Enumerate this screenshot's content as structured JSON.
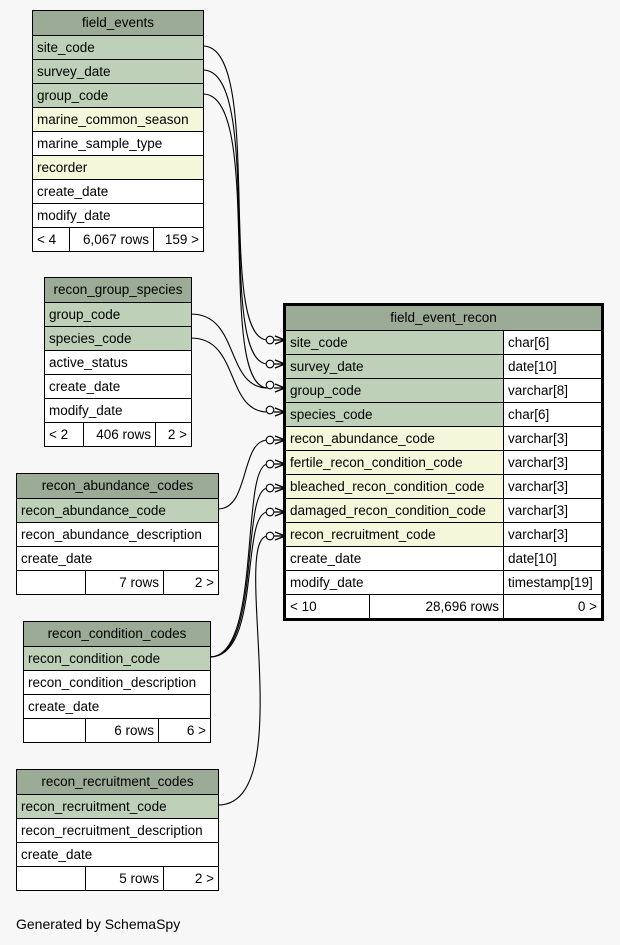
{
  "tables": {
    "field_events": {
      "name": "field_events",
      "columns": [
        "site_code",
        "survey_date",
        "group_code",
        "marine_common_season",
        "marine_sample_type",
        "recorder",
        "create_date",
        "modify_date"
      ],
      "footer": {
        "parents": "< 4",
        "rows": "6,067 rows",
        "children": "159 >"
      }
    },
    "recon_group_species": {
      "name": "recon_group_species",
      "columns": [
        "group_code",
        "species_code",
        "active_status",
        "create_date",
        "modify_date"
      ],
      "footer": {
        "parents": "< 2",
        "rows": "406 rows",
        "children": "2 >"
      }
    },
    "recon_abundance_codes": {
      "name": "recon_abundance_codes",
      "columns": [
        "recon_abundance_code",
        "recon_abundance_description",
        "create_date"
      ],
      "footer": {
        "parents": "",
        "rows": "7 rows",
        "children": "2 >"
      }
    },
    "recon_condition_codes": {
      "name": "recon_condition_codes",
      "columns": [
        "recon_condition_code",
        "recon_condition_description",
        "create_date"
      ],
      "footer": {
        "parents": "",
        "rows": "6 rows",
        "children": "6 >"
      }
    },
    "recon_recruitment_codes": {
      "name": "recon_recruitment_codes",
      "columns": [
        "recon_recruitment_code",
        "recon_recruitment_description",
        "create_date"
      ],
      "footer": {
        "parents": "",
        "rows": "5 rows",
        "children": "2 >"
      }
    },
    "field_event_recon": {
      "name": "field_event_recon",
      "columns": [
        {
          "name": "site_code",
          "type": "char[6]"
        },
        {
          "name": "survey_date",
          "type": "date[10]"
        },
        {
          "name": "group_code",
          "type": "varchar[8]"
        },
        {
          "name": "species_code",
          "type": "char[6]"
        },
        {
          "name": "recon_abundance_code",
          "type": "varchar[3]"
        },
        {
          "name": "fertile_recon_condition_code",
          "type": "varchar[3]"
        },
        {
          "name": "bleached_recon_condition_code",
          "type": "varchar[3]"
        },
        {
          "name": "damaged_recon_condition_code",
          "type": "varchar[3]"
        },
        {
          "name": "recon_recruitment_code",
          "type": "varchar[3]"
        },
        {
          "name": "create_date",
          "type": "date[10]"
        },
        {
          "name": "modify_date",
          "type": "timestamp[19]"
        }
      ],
      "footer": {
        "parents": "< 10",
        "rows": "28,696 rows",
        "children": "0 >"
      }
    }
  },
  "colors": {
    "header": "#9bab96",
    "key": "#bed1b8",
    "indexed": "#f4f7da",
    "plain": "#ffffff",
    "background": "#f7f7f7"
  },
  "footer_credit": "Generated by SchemaSpy"
}
